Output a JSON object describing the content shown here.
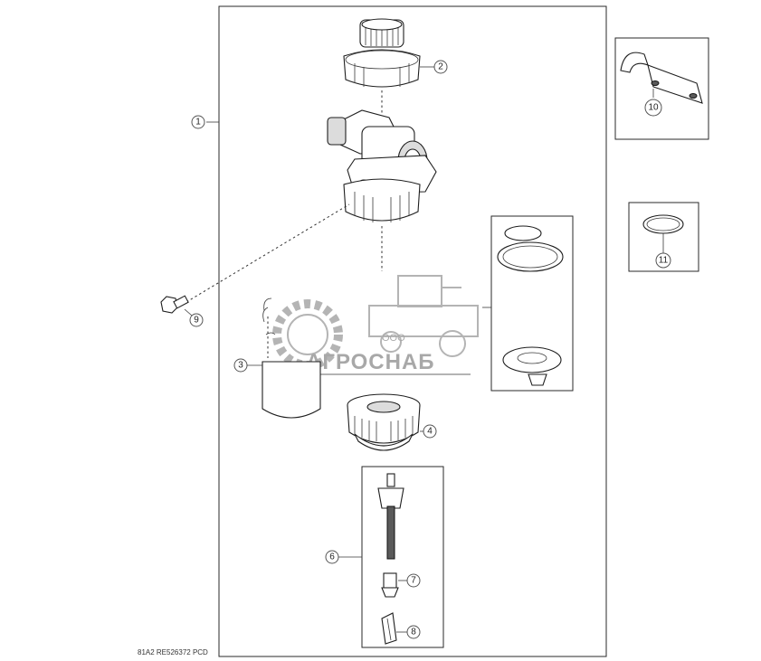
{
  "callouts": {
    "c1": "1",
    "c2": "2",
    "c3": "3",
    "c4": "4",
    "c6": "6",
    "c7": "7",
    "c8": "8",
    "c9": "9",
    "c10": "10",
    "c11": "11"
  },
  "footer": "81A2  RE526372  PCD",
  "watermark": {
    "small": "ООО",
    "large": "АГРОСНАБ"
  },
  "colors": {
    "line": "#2a2a2a",
    "watermark": "#9a9a9a"
  }
}
